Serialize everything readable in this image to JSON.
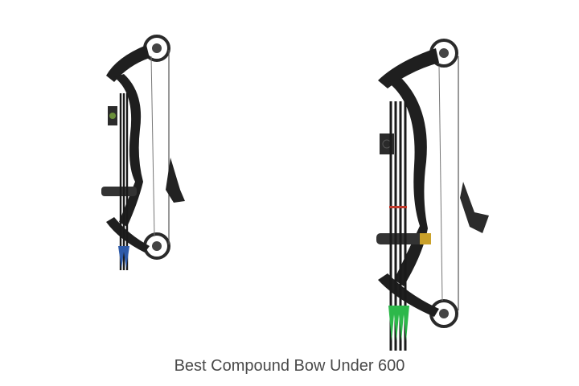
{
  "caption": "Best Compound Bow Under 600",
  "colors": {
    "background": "#ffffff",
    "bow_body": "#1f1f1f",
    "caption_text": "#4a4a4a",
    "left_arrow_fletching": "#2e5aa8",
    "right_arrow_fletching": "#2db84a",
    "right_arrow_shaft_band": "#c0392b"
  },
  "images": [
    {
      "name": "compound-bow-left",
      "description_icon": "compound-bow-icon"
    },
    {
      "name": "compound-bow-right",
      "description_icon": "compound-bow-icon"
    }
  ]
}
